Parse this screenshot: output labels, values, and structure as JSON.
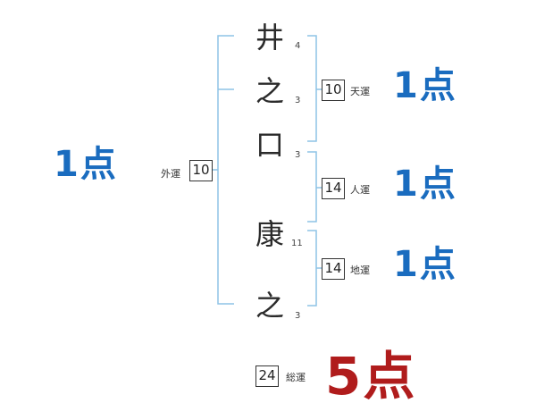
{
  "characters": [
    {
      "char": "井",
      "strokes": "4"
    },
    {
      "char": "之",
      "strokes": "3"
    },
    {
      "char": "口",
      "strokes": "3"
    },
    {
      "char": "康",
      "strokes": "11"
    },
    {
      "char": "之",
      "strokes": "3"
    }
  ],
  "gaikaku": {
    "value": "10",
    "label": "外運",
    "score": "1点"
  },
  "tenkaku": {
    "value": "10",
    "label": "天運",
    "score": "1点"
  },
  "jinkaku": {
    "value": "14",
    "label": "人運",
    "score": "1点"
  },
  "chikaku": {
    "value": "14",
    "label": "地運",
    "score": "1点"
  },
  "soukaku": {
    "value": "24",
    "label": "総運",
    "score": "5点"
  },
  "colors": {
    "bracket": "#8ec3e6",
    "score_blue": "#1a6cbf",
    "score_red": "#b01c1c"
  }
}
